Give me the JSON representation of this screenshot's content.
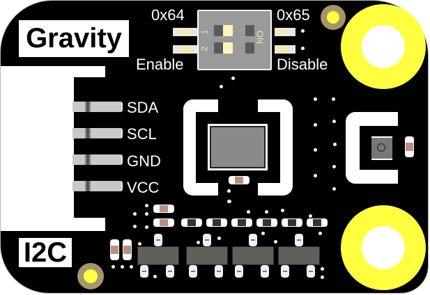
{
  "board": {
    "brand_label": "Gravity",
    "interface_label": "I2C",
    "colors": {
      "pcb": "#000000",
      "silkscreen": "#ffffff",
      "mount_hole": "#ffff40",
      "via_ring": "#a5966a",
      "switch_body": "#9a9a9a",
      "ic_body": "#8a8a8a",
      "transistor_body": "#625e5a"
    }
  },
  "dip_switch": {
    "left_address": "0x64",
    "right_address": "0x65",
    "left_state": "Enable",
    "right_state": "Disable",
    "on_marker": "ON",
    "switch_numbers": [
      "1",
      "2"
    ]
  },
  "connector": {
    "pins": [
      {
        "label": "SDA"
      },
      {
        "label": "SCL"
      },
      {
        "label": "GND"
      },
      {
        "label": "VCC"
      }
    ]
  }
}
